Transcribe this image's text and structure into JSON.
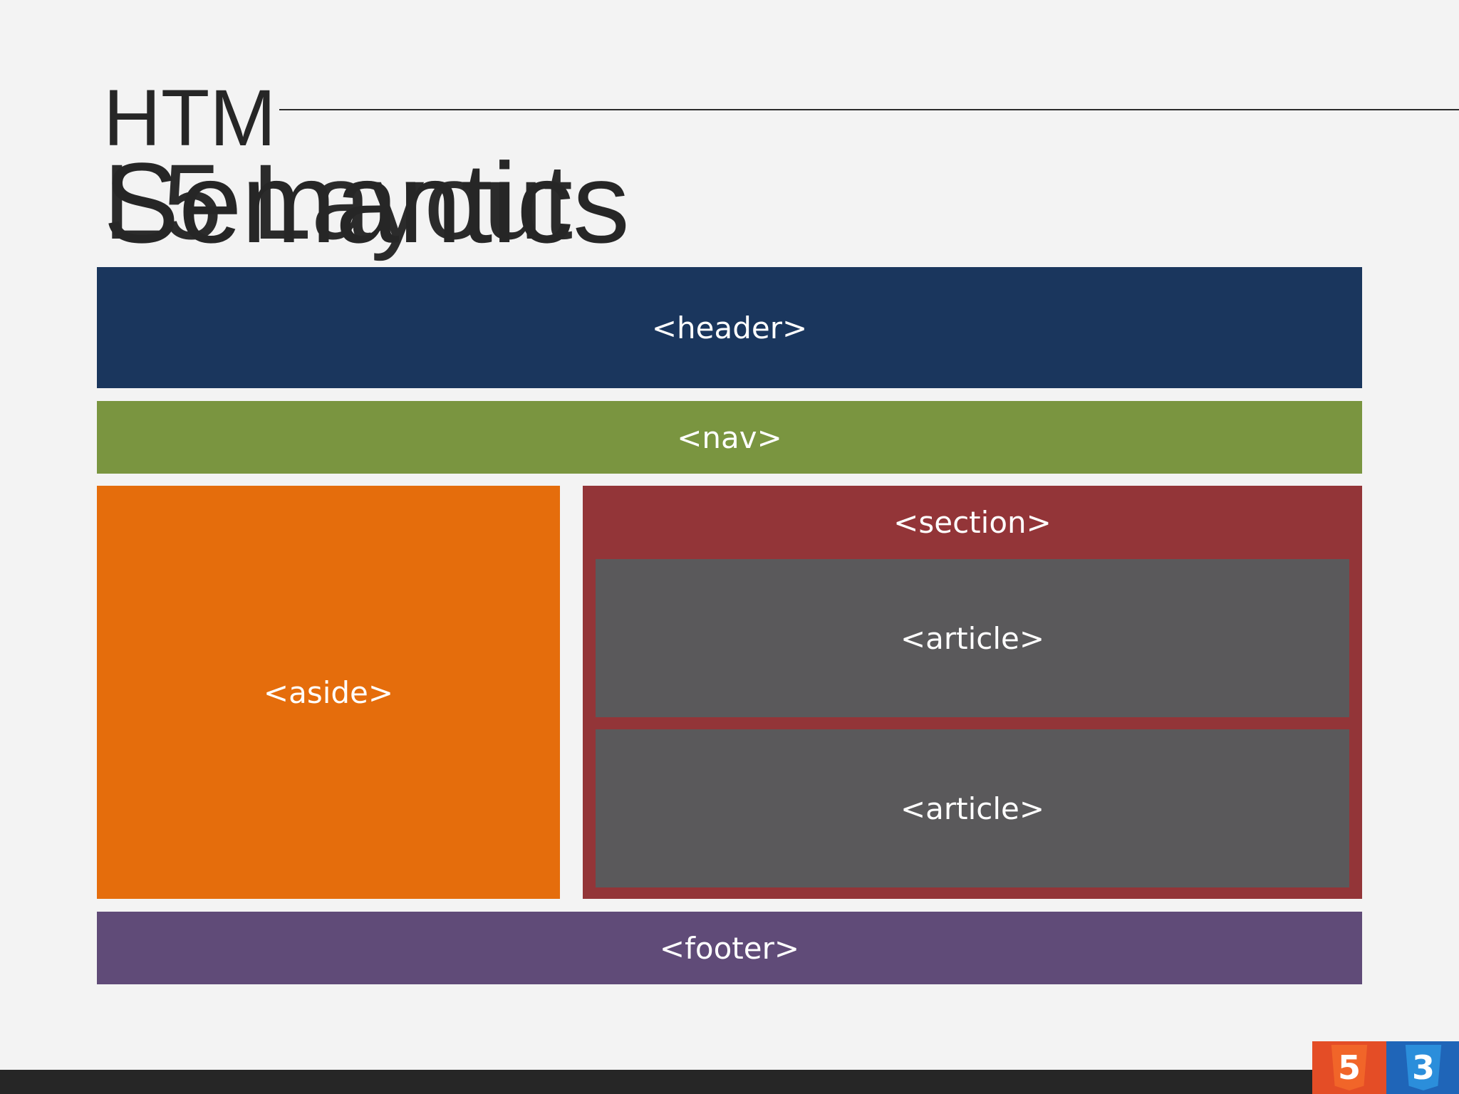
{
  "slide": {
    "title_top": "HTM",
    "title_ghost": "L5 Layout",
    "title_main": "Semantics"
  },
  "diagram": {
    "header": "<header>",
    "nav": "<nav>",
    "aside": "<aside>",
    "section": "<section>",
    "articles": [
      "<article>",
      "<article>"
    ],
    "footer": "<footer>"
  },
  "logos": {
    "html5": "5",
    "css3": "3"
  },
  "colors": {
    "background": "#f3f3f3",
    "header": "#1a365d",
    "nav": "#7a9540",
    "aside": "#e56d0c",
    "section": "#933538",
    "article": "#5a595b",
    "footer": "#604b78",
    "bottom_bar": "#262626"
  }
}
